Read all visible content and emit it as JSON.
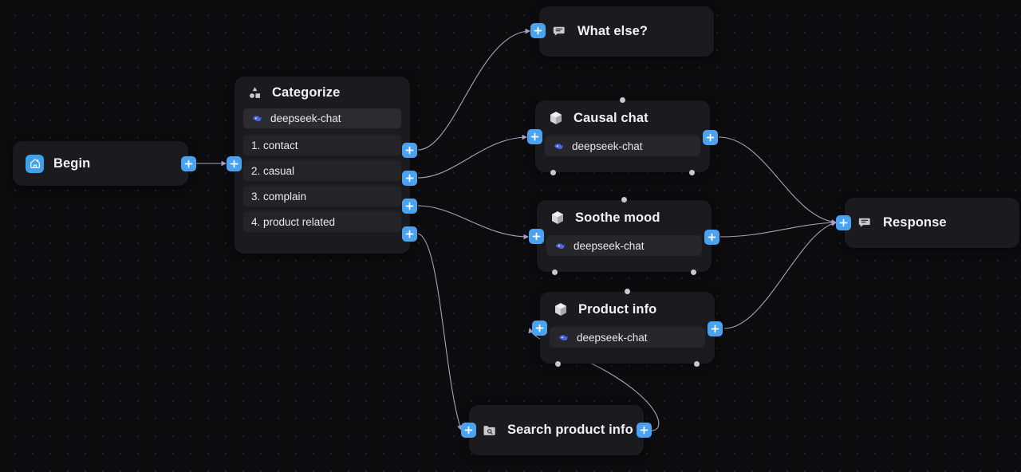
{
  "canvas": {
    "background_color": "#0c0c0e",
    "dot_color": "#2a2a30",
    "edge_color": "#b3b0c6",
    "accent_color": "#4aa3f0"
  },
  "nodes": {
    "begin": {
      "title": "Begin",
      "icon": "home-plus-icon"
    },
    "categorize": {
      "title": "Categorize",
      "icon": "shapes-icon",
      "model": "deepseek-chat",
      "model_icon": "deepseek-logo-icon",
      "categories": [
        {
          "label": "1. contact"
        },
        {
          "label": "2. casual"
        },
        {
          "label": "3. complain"
        },
        {
          "label": "4. product related"
        }
      ]
    },
    "what_else": {
      "title": "What else?",
      "icon": "message-icon"
    },
    "causal_chat": {
      "title": "Causal chat",
      "icon": "cube-icon",
      "model": "deepseek-chat",
      "model_icon": "deepseek-logo-icon"
    },
    "soothe_mood": {
      "title": "Soothe mood",
      "icon": "cube-icon",
      "model": "deepseek-chat",
      "model_icon": "deepseek-logo-icon"
    },
    "product_info": {
      "title": "Product info",
      "icon": "cube-icon",
      "model": "deepseek-chat",
      "model_icon": "deepseek-logo-icon"
    },
    "search_product_info": {
      "title": "Search product info",
      "icon": "folder-search-icon"
    },
    "response": {
      "title": "Response",
      "icon": "message-icon"
    }
  },
  "handles": {
    "add_label": "+"
  }
}
